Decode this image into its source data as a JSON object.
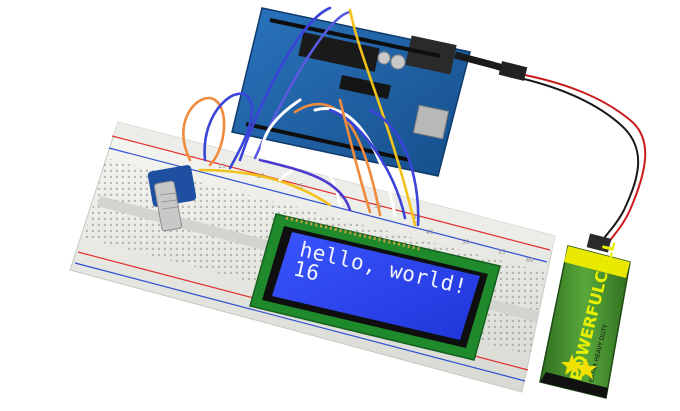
{
  "lcd": {
    "line1": "hello, world!",
    "line2": "16"
  },
  "battery": {
    "brand": "POWERFULCELL",
    "tagline": "EXTRA HEAVY DUTY"
  },
  "breadboard": {
    "numbers": [
      "15",
      "20",
      "25",
      "30",
      "35",
      "40",
      "45",
      "50",
      "55",
      "60"
    ]
  },
  "colors": {
    "lcd_screen": "#2f48ff",
    "lcd_text": "#f2f4ff",
    "arduino_board": "#1b5fa3",
    "breadboard": "#eeeeea",
    "battery_green": "#3e8a2a"
  }
}
